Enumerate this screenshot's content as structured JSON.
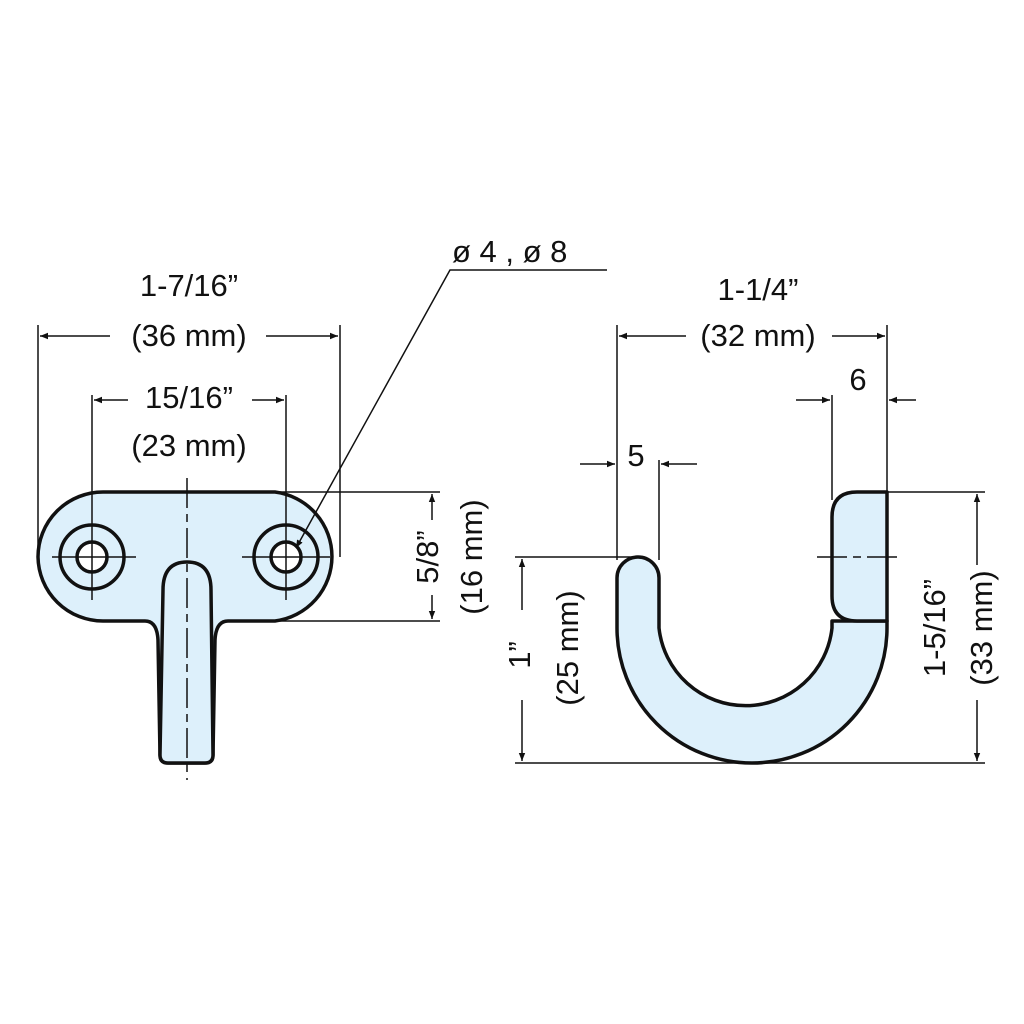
{
  "front_view": {
    "overall_width_in": "1-7/16”",
    "overall_width_mm": "(36 mm)",
    "hole_spacing_in": "15/16”",
    "hole_spacing_mm": "(23 mm)",
    "plate_height_in": "5/8”",
    "plate_height_mm": "(16 mm)",
    "hole_callout": "ø 4 , ø 8"
  },
  "side_view": {
    "overall_width_in": "1-1/4”",
    "overall_width_mm": "(32 mm)",
    "plate_thickness": "6",
    "hook_thickness": "5",
    "hook_height_in": "1”",
    "hook_height_mm": "(25 mm)",
    "overall_height_in": "1-5/16”",
    "overall_height_mm": "(33 mm)"
  },
  "colors": {
    "part_fill": "#ddf0fb",
    "line": "#111111"
  }
}
